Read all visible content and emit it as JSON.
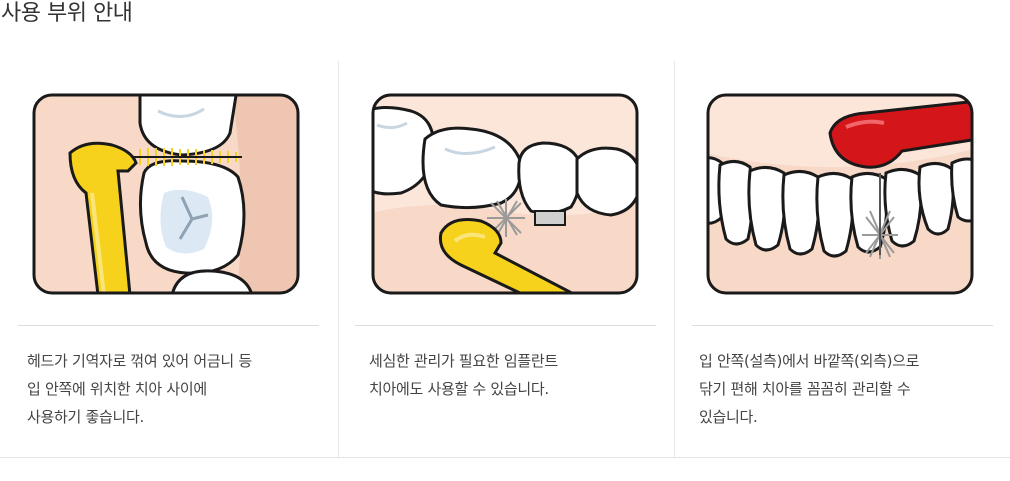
{
  "page": {
    "title": "사용 부위 안내"
  },
  "panels": [
    {
      "name": "between-molars",
      "lines": [
        "헤드가 기역자로 꺾여 있어 어금니 등",
        "입 안쪽에 위치한 치아 사이에",
        "사용하기 좋습니다."
      ]
    },
    {
      "name": "implant",
      "lines": [
        "세심한 관리가 필요한 임플란트",
        "치아에도 사용할 수 있습니다."
      ]
    },
    {
      "name": "lingual-buccal",
      "lines": [
        "입 안쪽(설측)에서 바깥쪽(외측)으로",
        "닦기 편해 치아를 꼼꼼히 관리할 수",
        "있습니다."
      ]
    }
  ],
  "colors": {
    "gum": "#f8d9c8",
    "tooth": "#ffffff",
    "tooth_shade": "#dce9f5",
    "handle_yellow": "#f6d21c",
    "handle_red": "#d4161a",
    "outline": "#1a1a1a"
  }
}
